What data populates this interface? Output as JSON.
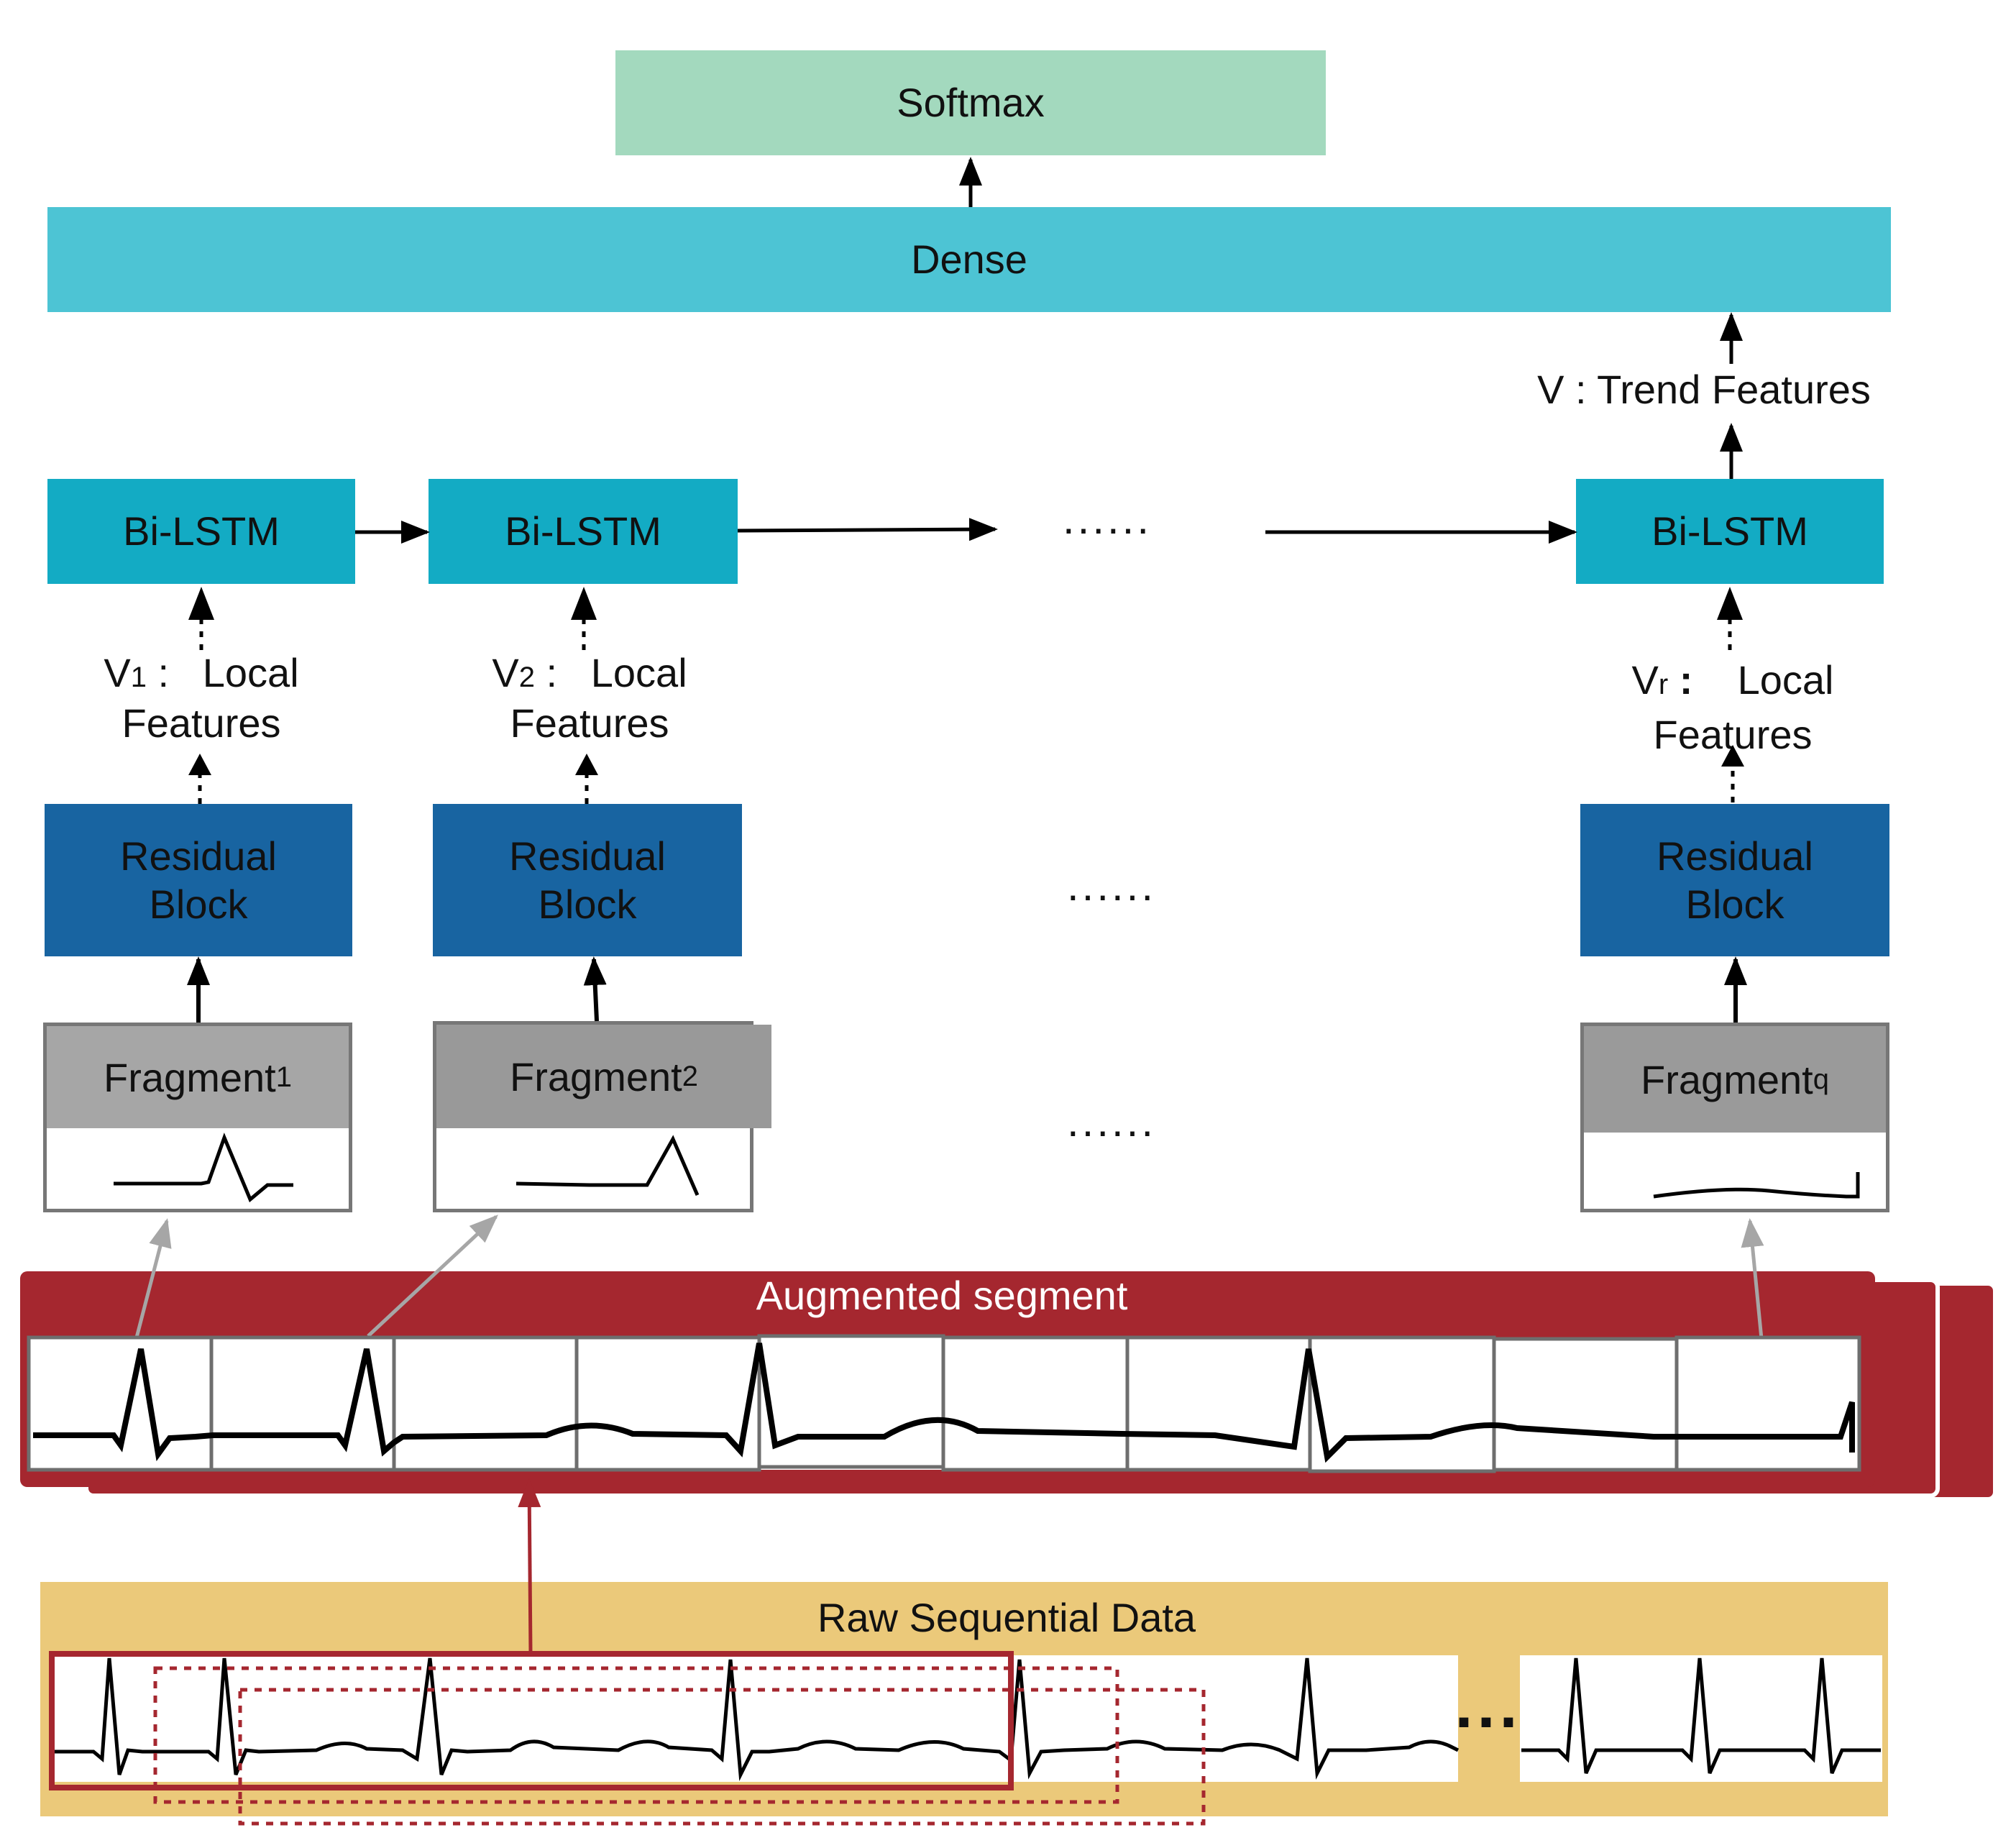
{
  "softmax": {
    "label": "Softmax",
    "color": "#a3d9be"
  },
  "dense": {
    "label": "Dense",
    "color": "#4dc4d4"
  },
  "trend": {
    "v": "V",
    "sep": ":",
    "text": "Trend Features"
  },
  "bilstm": {
    "label": "Bi-LSTM",
    "color": "#13abc4"
  },
  "local_features": [
    {
      "v": "V",
      "sub": "1",
      "sep": ":",
      "word1": "Local",
      "word2": "Features"
    },
    {
      "v": "V",
      "sub": "2",
      "sep": ":",
      "word1": "Local",
      "word2": "Features"
    },
    {
      "v": "V",
      "sub": "r",
      "sep": ":",
      "word1": "Local",
      "word2": "Features"
    }
  ],
  "residual": {
    "line1": "Residual",
    "line2": "Block",
    "color": "#1864a1"
  },
  "fragments": [
    {
      "label": "Fragment",
      "sub": "1"
    },
    {
      "label": "Fragment",
      "sub": "2"
    },
    {
      "label": "Fragment",
      "sub": "q"
    }
  ],
  "ellipsis": "......",
  "ellipsis_raw": "...",
  "augmented": {
    "label": "Augmented segment",
    "color": "#a5272f"
  },
  "raw": {
    "label": "Raw Sequential Data",
    "color": "#ebc97a"
  }
}
